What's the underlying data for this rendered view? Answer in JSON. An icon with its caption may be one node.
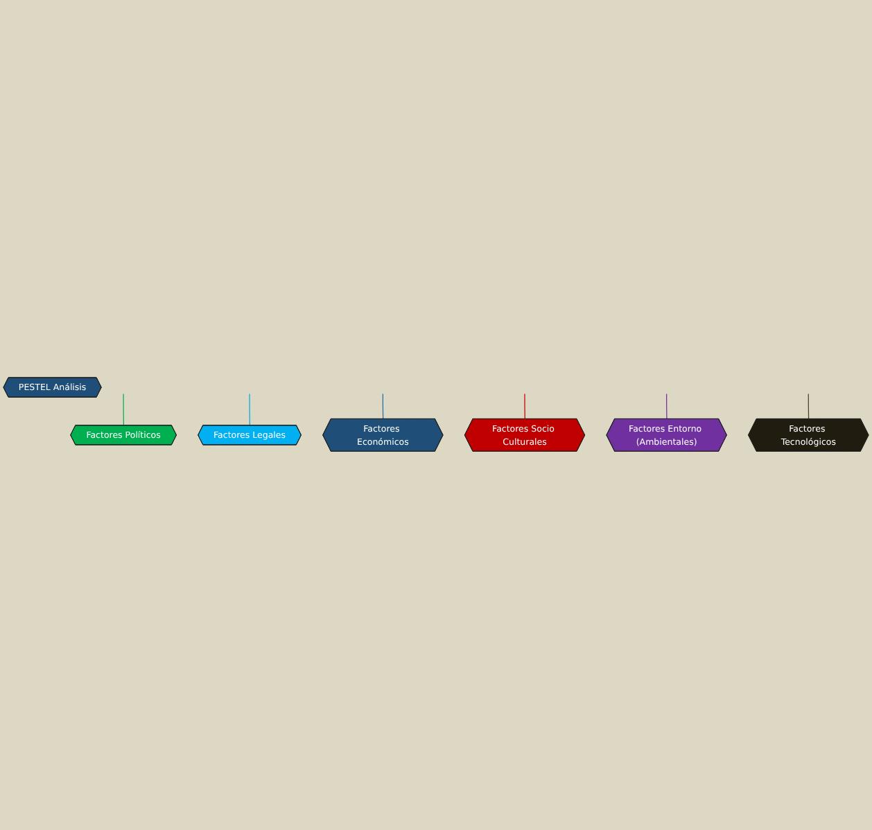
{
  "diagram": {
    "nodes": [
      {
        "text": [
          "Factores Políticos"
        ]
      },
      {
        "text": [
          "Factores Legales"
        ]
      },
      {
        "text": [
          "Factores Económicos"
        ]
      },
      {
        "text": [
          "PESTEL Análisis"
        ]
      },
      {
        "text": [
          "Factores Socio Culturales"
        ]
      },
      {
        "text": [
          "Factores Entorno (Ambientales)"
        ]
      },
      {
        "text": [
          "Factores Tecnológicos"
        ]
      }
    ],
    "edges": [
      {
        "from": null,
        "to": 0,
        "arrow": "none",
        "color": "#00b050"
      },
      {
        "from": null,
        "to": 1,
        "arrow": "none",
        "color": "#00a8e8"
      },
      {
        "from": null,
        "to": 2,
        "arrow": "none",
        "color": "#1f6fa0"
      },
      {
        "from": null,
        "to": 4,
        "arrow": "none",
        "color": "#c00000"
      },
      {
        "from": null,
        "to": 5,
        "arrow": "none",
        "color": "#7030a0"
      },
      {
        "from": null,
        "to": 6,
        "arrow": "none",
        "color": "#4a4228"
      }
    ]
  }
}
